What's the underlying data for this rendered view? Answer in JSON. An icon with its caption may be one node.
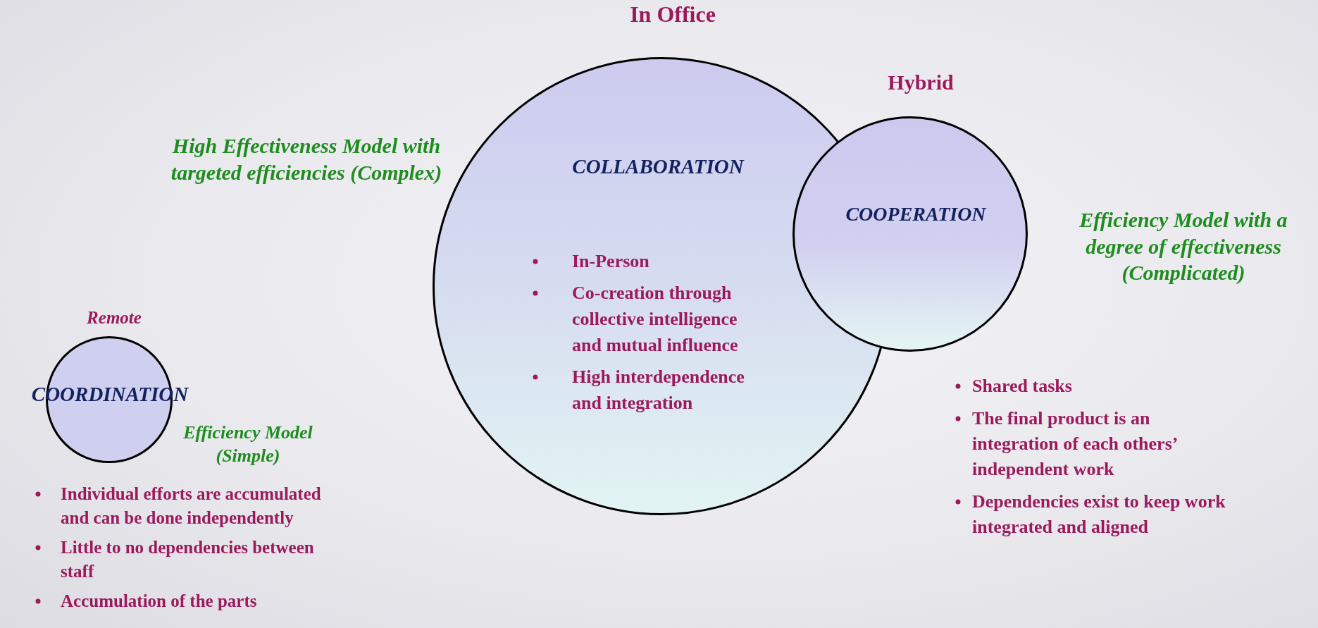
{
  "diagram": {
    "nodes": [
      {
        "text": [
          "In Office",
          "COLLABORATION",
          "In-Person",
          "Co-creation through collective intelligence and mutual influence",
          "High interdependence and integration"
        ],
        "beside": [
          "High Effectiveness Model with targeted efficiencies (Complex)"
        ]
      },
      {
        "text": [
          "Hybrid",
          "COOPERATION"
        ],
        "beside": [
          "Efficiency Model with a degree of effectiveness (Complicated)",
          "Shared tasks",
          "The final product is an integration of each others’ independent work",
          "Dependencies exist to keep work integrated and aligned"
        ]
      },
      {
        "text": [
          "Remote",
          "COORDINATION"
        ],
        "beside": [
          "Efficiency Model (Simple)",
          "Individual efforts are accumulated and can be done independently",
          "Little to no dependencies between staff",
          "Accumulation of the parts"
        ]
      }
    ]
  }
}
